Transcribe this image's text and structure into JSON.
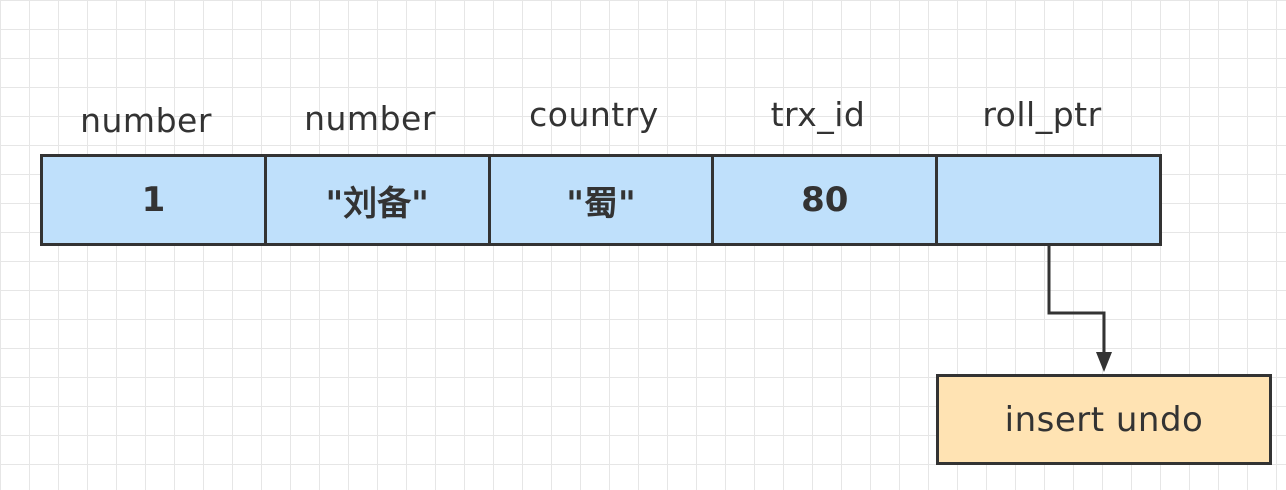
{
  "headers": [
    "number",
    "number",
    "country",
    "trx_id",
    "roll_ptr"
  ],
  "row": {
    "cells": [
      "1",
      "\"刘备\"",
      "\"蜀\"",
      "80",
      ""
    ]
  },
  "undo_box": {
    "label": "insert undo"
  },
  "colors": {
    "row_fill": "#bfe0fb",
    "undo_fill": "#ffe3b3",
    "stroke": "#333333",
    "grid": "#e6e6e6"
  }
}
